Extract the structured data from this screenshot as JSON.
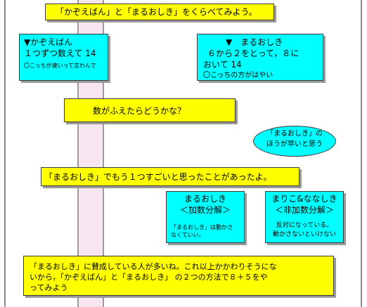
{
  "title_box": {
    "text": "「かぞえばん」と「まるおしき」をくらべてみよう。"
  },
  "left_card": {
    "heading": "▼かぞえばん",
    "line": "１つずつ数えて 14",
    "comment": "〇こっちが速いって言わんで"
  },
  "right_card": {
    "heading": "▼　まるおしき",
    "line1": "６から２をとって，８に",
    "line2": "おいて 14",
    "comment": "〇こっちの方がはやい"
  },
  "question_box": {
    "text": "数がふえたらどうかな？"
  },
  "bubble": {
    "line1": "「まるおしき」の",
    "line2": "ほうが早いと思う"
  },
  "middle_box": {
    "text": "「まるおしき」でもう１つすごいと思ったことがあったよ。"
  },
  "card_a": {
    "title": "まるおしき",
    "subtitle": "＜加数分解＞",
    "note1": "「まるおしき」は動かさ",
    "note2": "なくていい。"
  },
  "card_b": {
    "title": "まりこ&ななしき",
    "subtitle": "＜非加数分解＞",
    "note1": "反対になっている。",
    "note2": "動かさないといけない"
  },
  "bottom_box": {
    "line1": "「まるおしき」に賛成している人が多いね。これ以上かかわりそうにな",
    "line2": "いから，「かぞえばん」と「まるおしき」 の２つの方法で８＋５をや",
    "line3": "ってみよう"
  }
}
